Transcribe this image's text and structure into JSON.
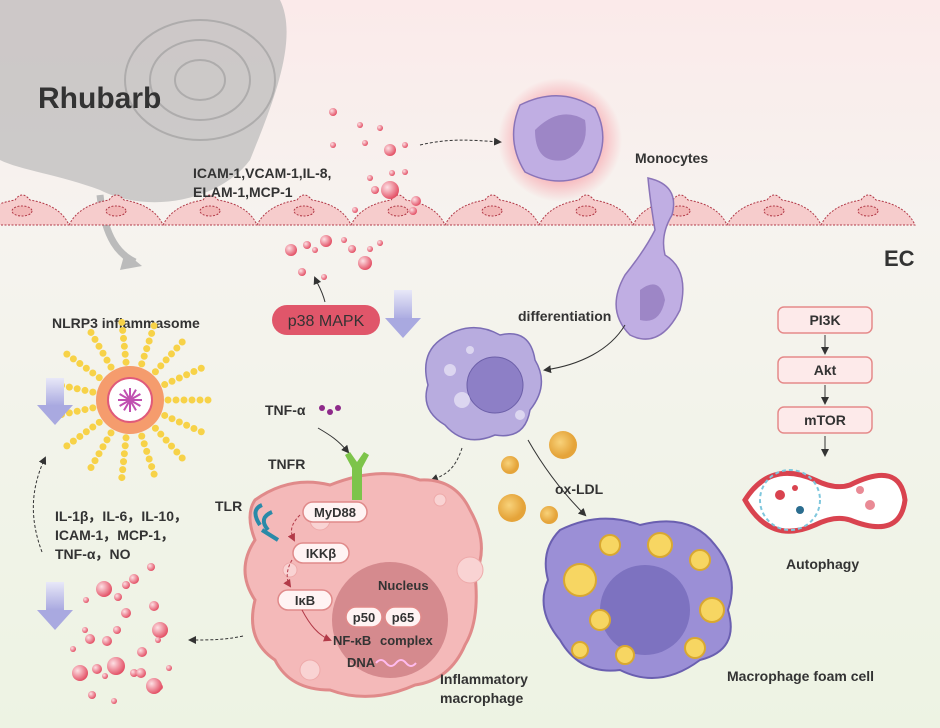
{
  "labels": {
    "title": "Rhubarb",
    "ec_markers_line1": "ICAM-1,VCAM-1,IL-8,",
    "ec_markers_line2": "ELAM-1,MCP-1",
    "monocytes": "Monocytes",
    "ec": "EC",
    "nlrp3": "NLRP3 inflammasome",
    "p38": "p38 MAPK",
    "differentiation": "differentiation",
    "tnf_alpha": "TNF-α",
    "tnfr": "TNFR",
    "tlr": "TLR",
    "cytokines_line1": "IL-1β，IL-6，IL-10，",
    "cytokines_line2": "ICAM-1，MCP-1，",
    "cytokines_line3": "TNF-α，NO",
    "myd88": "MyD88",
    "ikkb": "IKKβ",
    "ikb": "IκB",
    "nucleus": "Nucleus",
    "p50": "p50",
    "p65": "p65",
    "nfkb": "NF-κB",
    "complex": "complex",
    "dna": "DNA",
    "inflammatory_line1": "Inflammatory",
    "inflammatory_line2": "macrophage",
    "ox_ldl": "ox-LDL",
    "foam_cell": "Macrophage foam cell",
    "autophagy": "Autophagy"
  },
  "pathway": [
    "PI3K",
    "Akt",
    "mTOR"
  ],
  "colors": {
    "accent_red": "#e0566a",
    "ec_red": "#b23a48",
    "monocyte_purple": "#b8a4dc",
    "macrophage_pink": "#f3b5b5",
    "down_arrow": "#b9b9e6"
  }
}
